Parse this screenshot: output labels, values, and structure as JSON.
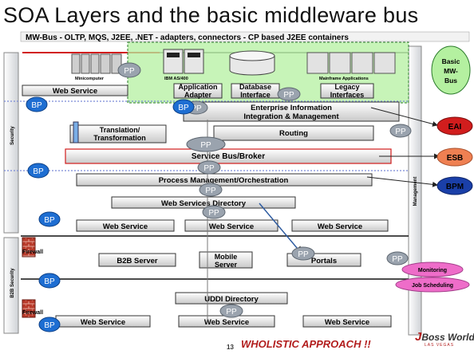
{
  "slide": {
    "title": "SOA Layers and the basic middleware bus",
    "banner": "MW-Bus - OLTP, MQS, J2EE, .NET - adapters, connectors - CP based J2EE containers",
    "slide_number": "13",
    "slogan": "WHOLISTIC APPROACH !!",
    "logo": {
      "j": "J",
      "word": "Boss",
      "world": "World",
      "sub": "LAS VEGAS"
    }
  },
  "systems": {
    "minicomputer": "Minicomputer",
    "as400": "IBM AS/400",
    "mainframe": "Mainframe Applications"
  },
  "adapters": {
    "application": [
      "Application",
      "Adapter"
    ],
    "database": [
      "Database",
      "Interface"
    ],
    "legacy": [
      "Legacy",
      "Interfaces"
    ]
  },
  "layers": {
    "web_service_top": "Web Service",
    "eii": [
      "Enterprise Information",
      "Integration & Management"
    ],
    "translation": [
      "Translation/",
      "Transformation"
    ],
    "routing": "Routing",
    "service_bus": "Service Bus/Broker",
    "process_mgmt": "Process Management/Orchestration",
    "ws_directory": "Web Services Directory",
    "ws_row1": [
      "Web Service",
      "Web Service",
      "Web Service"
    ],
    "b2b_server": "B2B Server",
    "mobile_server": [
      "Mobile",
      "Server"
    ],
    "portals": "Portals",
    "uddi": "UDDI Directory",
    "ws_row2": [
      "Web Service",
      "Web Service",
      "Web Service"
    ]
  },
  "side_labels": {
    "security": "Security",
    "b2b_security": "B2B Security",
    "management": "Management",
    "firewall": "Firewall"
  },
  "markers": {
    "pp": "PP",
    "bp": "BP"
  },
  "callouts": {
    "basic_mw_bus": [
      "Basic",
      "MW-",
      "Bus"
    ],
    "eai": "EAI",
    "esb": "ESB",
    "bpm": "BPM",
    "monitoring": "Monitoring",
    "job_scheduling": "Job Scheduling"
  },
  "colors": {
    "banner_text": "#10107a",
    "green_area": "#b4f0a0",
    "blue_marker": "#1e6ed2",
    "gray_marker": "#9aa3ae",
    "eai": "#d11d1d",
    "esb": "#ef8052",
    "bpm": "#1a3fa8",
    "pink": "#ee6dc9",
    "slogan": "#b21d1d"
  }
}
